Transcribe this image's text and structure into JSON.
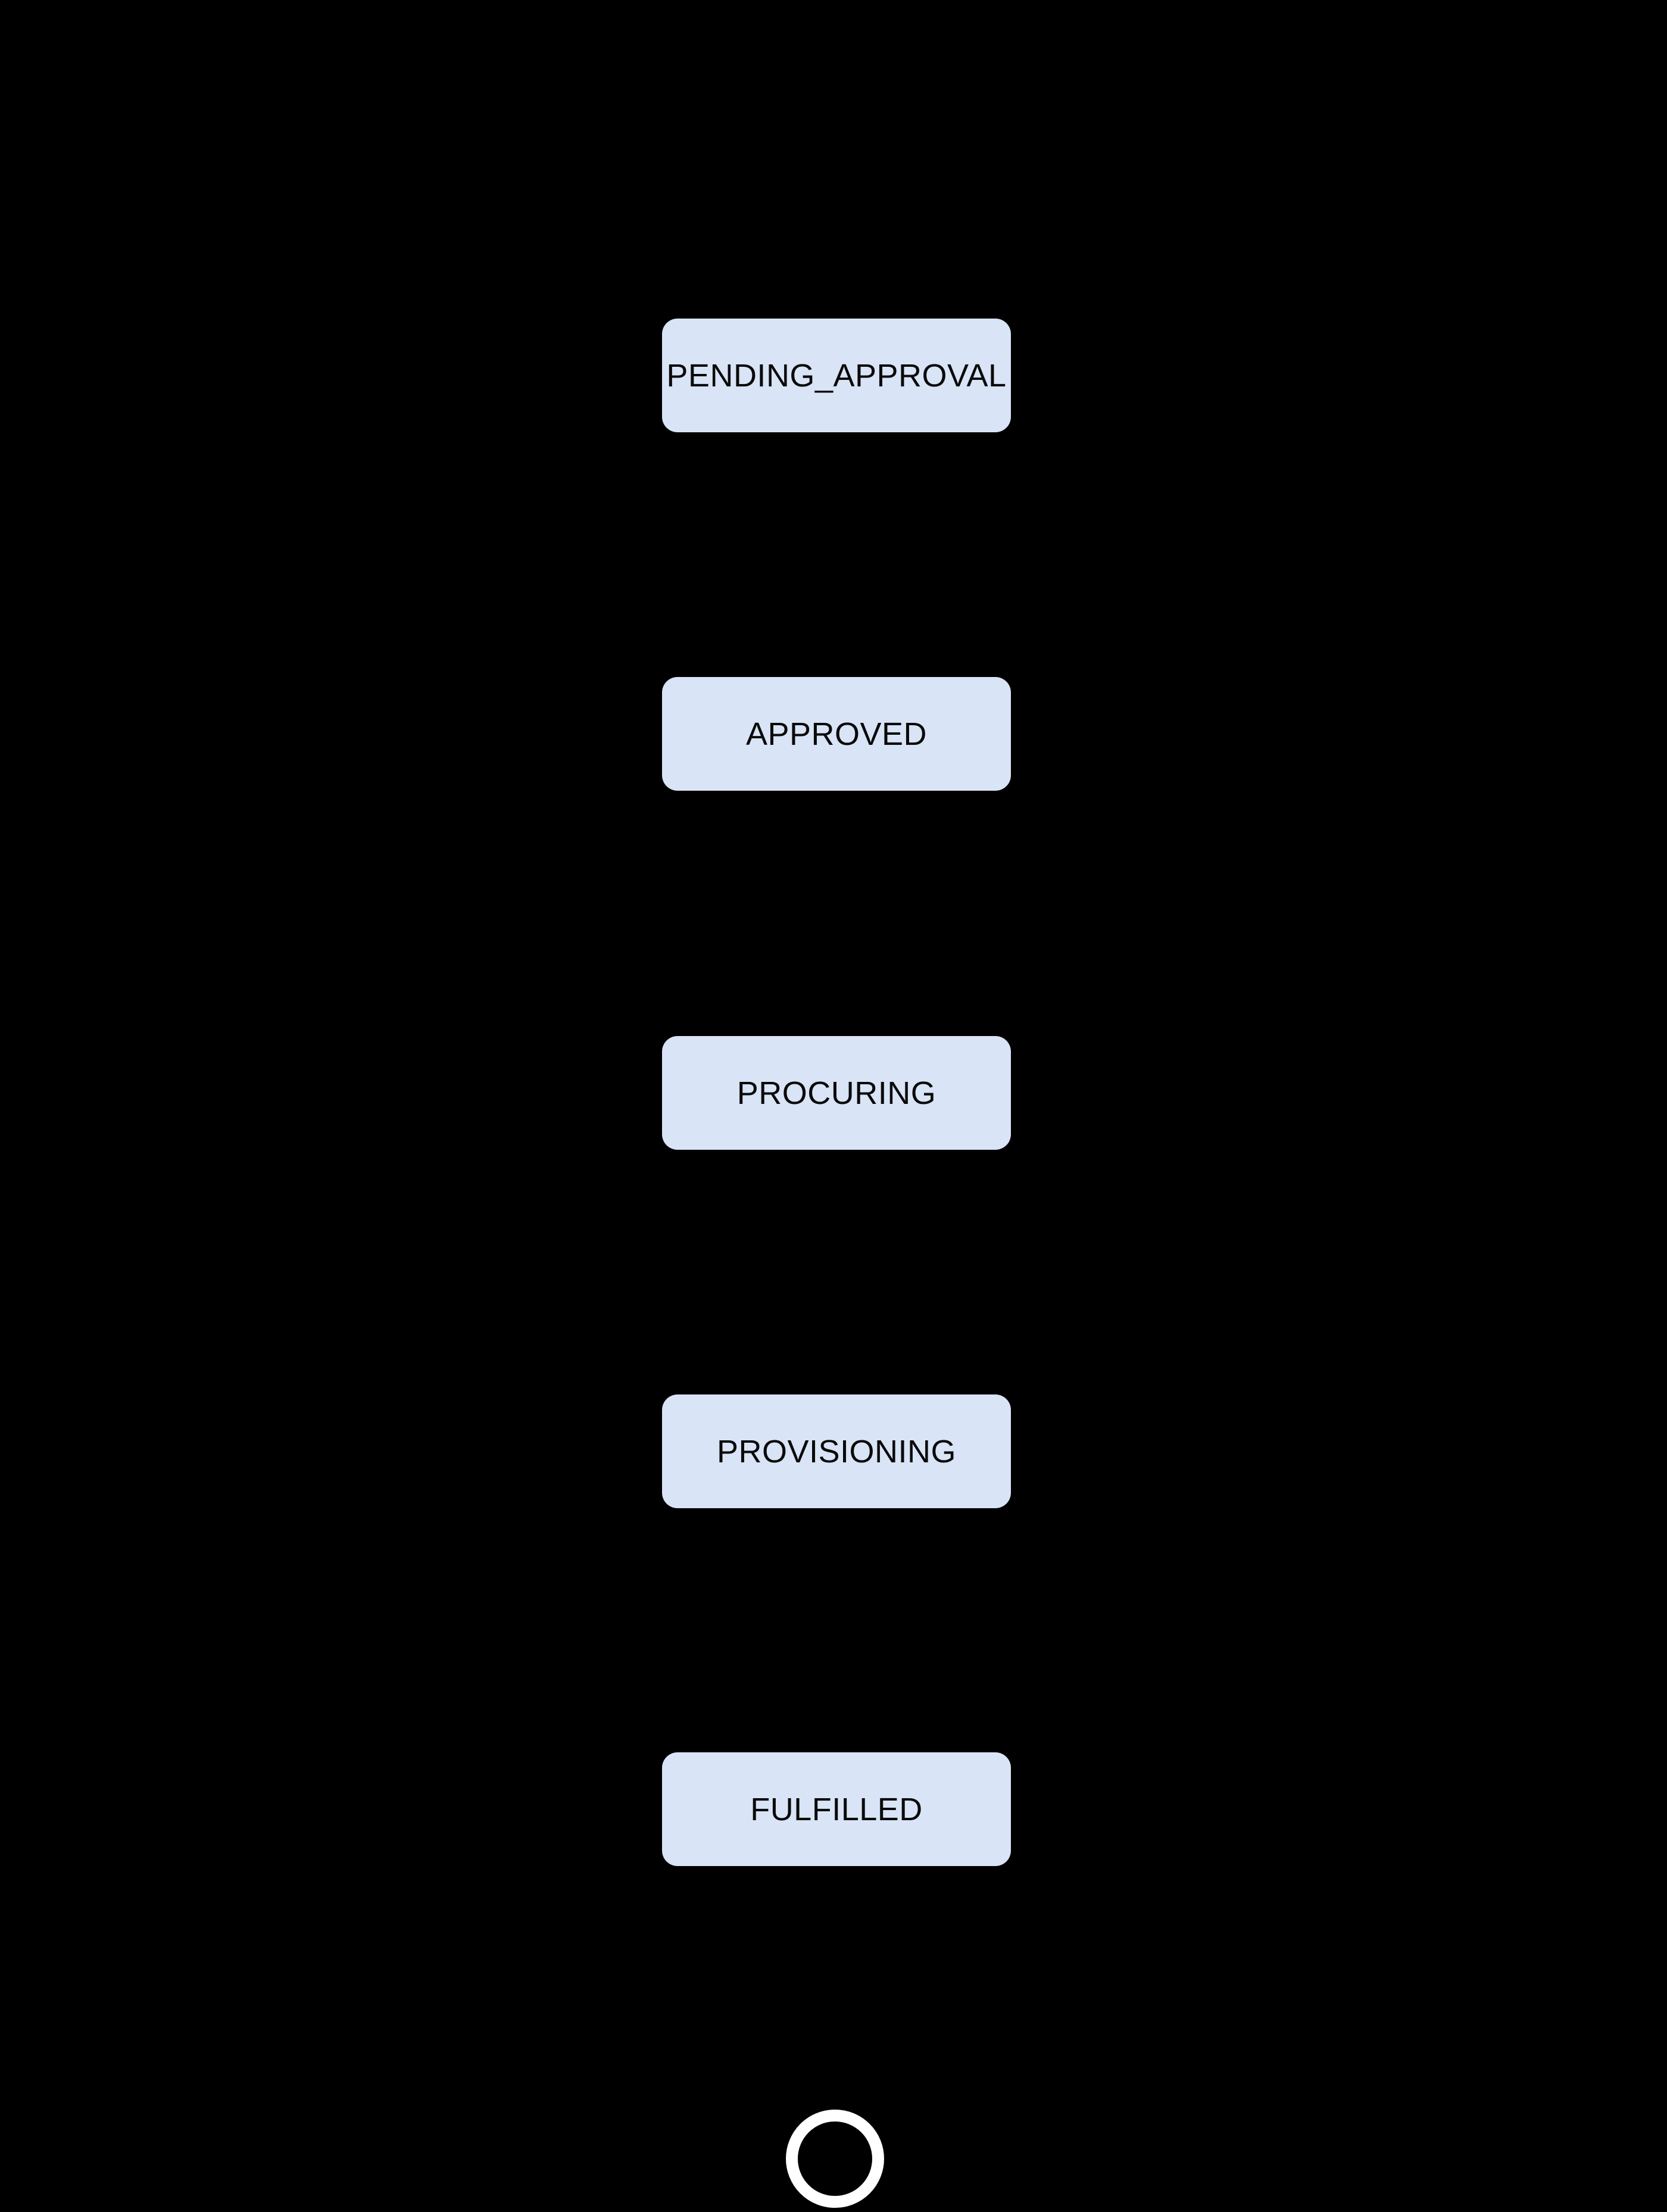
{
  "diagram": {
    "type": "state-flow",
    "colors": {
      "background": "#000000",
      "node_fill": "#d9e4f6",
      "node_text": "#0a0a0a",
      "final_ring": "#ffffff"
    },
    "nodes": [
      {
        "label": "PENDING_APPROVAL"
      },
      {
        "label": "APPROVED"
      },
      {
        "label": "PROCURING"
      },
      {
        "label": "PROVISIONING"
      },
      {
        "label": "FULFILLED"
      }
    ],
    "final_state": {
      "shape": "circle-outline"
    }
  }
}
